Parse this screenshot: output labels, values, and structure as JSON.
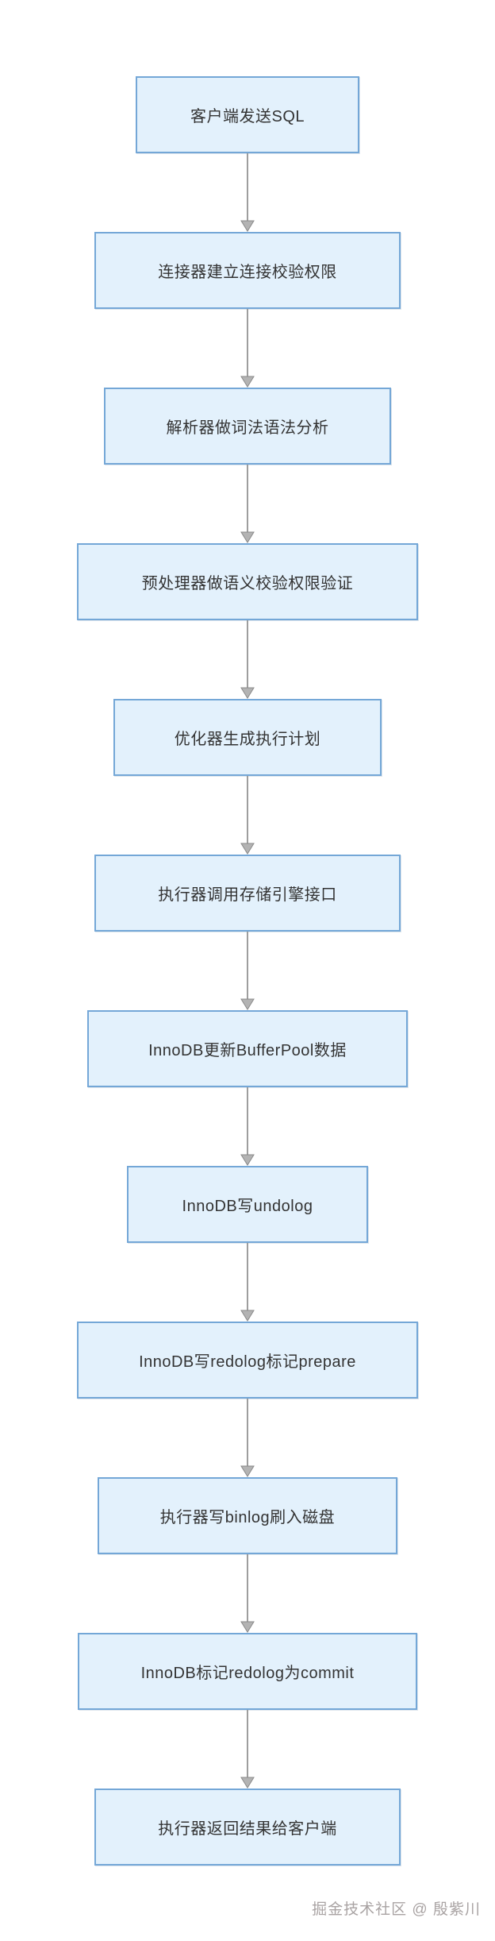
{
  "flow": {
    "nodes": [
      {
        "id": "client-send-sql",
        "label": "客户端发送SQL"
      },
      {
        "id": "connector-auth",
        "label": "连接器建立连接校验权限"
      },
      {
        "id": "parser-analyze",
        "label": "解析器做词法语法分析"
      },
      {
        "id": "preprocessor-check",
        "label": "预处理器做语义校验权限验证"
      },
      {
        "id": "optimizer-plan",
        "label": "优化器生成执行计划"
      },
      {
        "id": "executor-call-engine",
        "label": "执行器调用存储引擎接口"
      },
      {
        "id": "innodb-bufferpool",
        "label": "InnoDB更新BufferPool数据"
      },
      {
        "id": "innodb-undolog",
        "label": "InnoDB写undolog"
      },
      {
        "id": "innodb-redolog-prepare",
        "label": "InnoDB写redolog标记prepare"
      },
      {
        "id": "executor-binlog-flush",
        "label": "执行器写binlog刷入磁盘"
      },
      {
        "id": "innodb-redolog-commit",
        "label": "InnoDB标记redolog为commit"
      },
      {
        "id": "executor-return-result",
        "label": "执行器返回结果给客户端"
      }
    ],
    "colors": {
      "node_fill": "#e3f1fc",
      "node_border": "#74a7d7",
      "node_text": "#333333",
      "arrow_line": "#9e9e9e",
      "arrowhead_fill": "#b3b3b3",
      "arrowhead_stroke": "#8a8a8a",
      "page_bg": "#ffffff"
    }
  },
  "footer": {
    "watermark": "掘金技术社区 @ 殷紫川"
  }
}
